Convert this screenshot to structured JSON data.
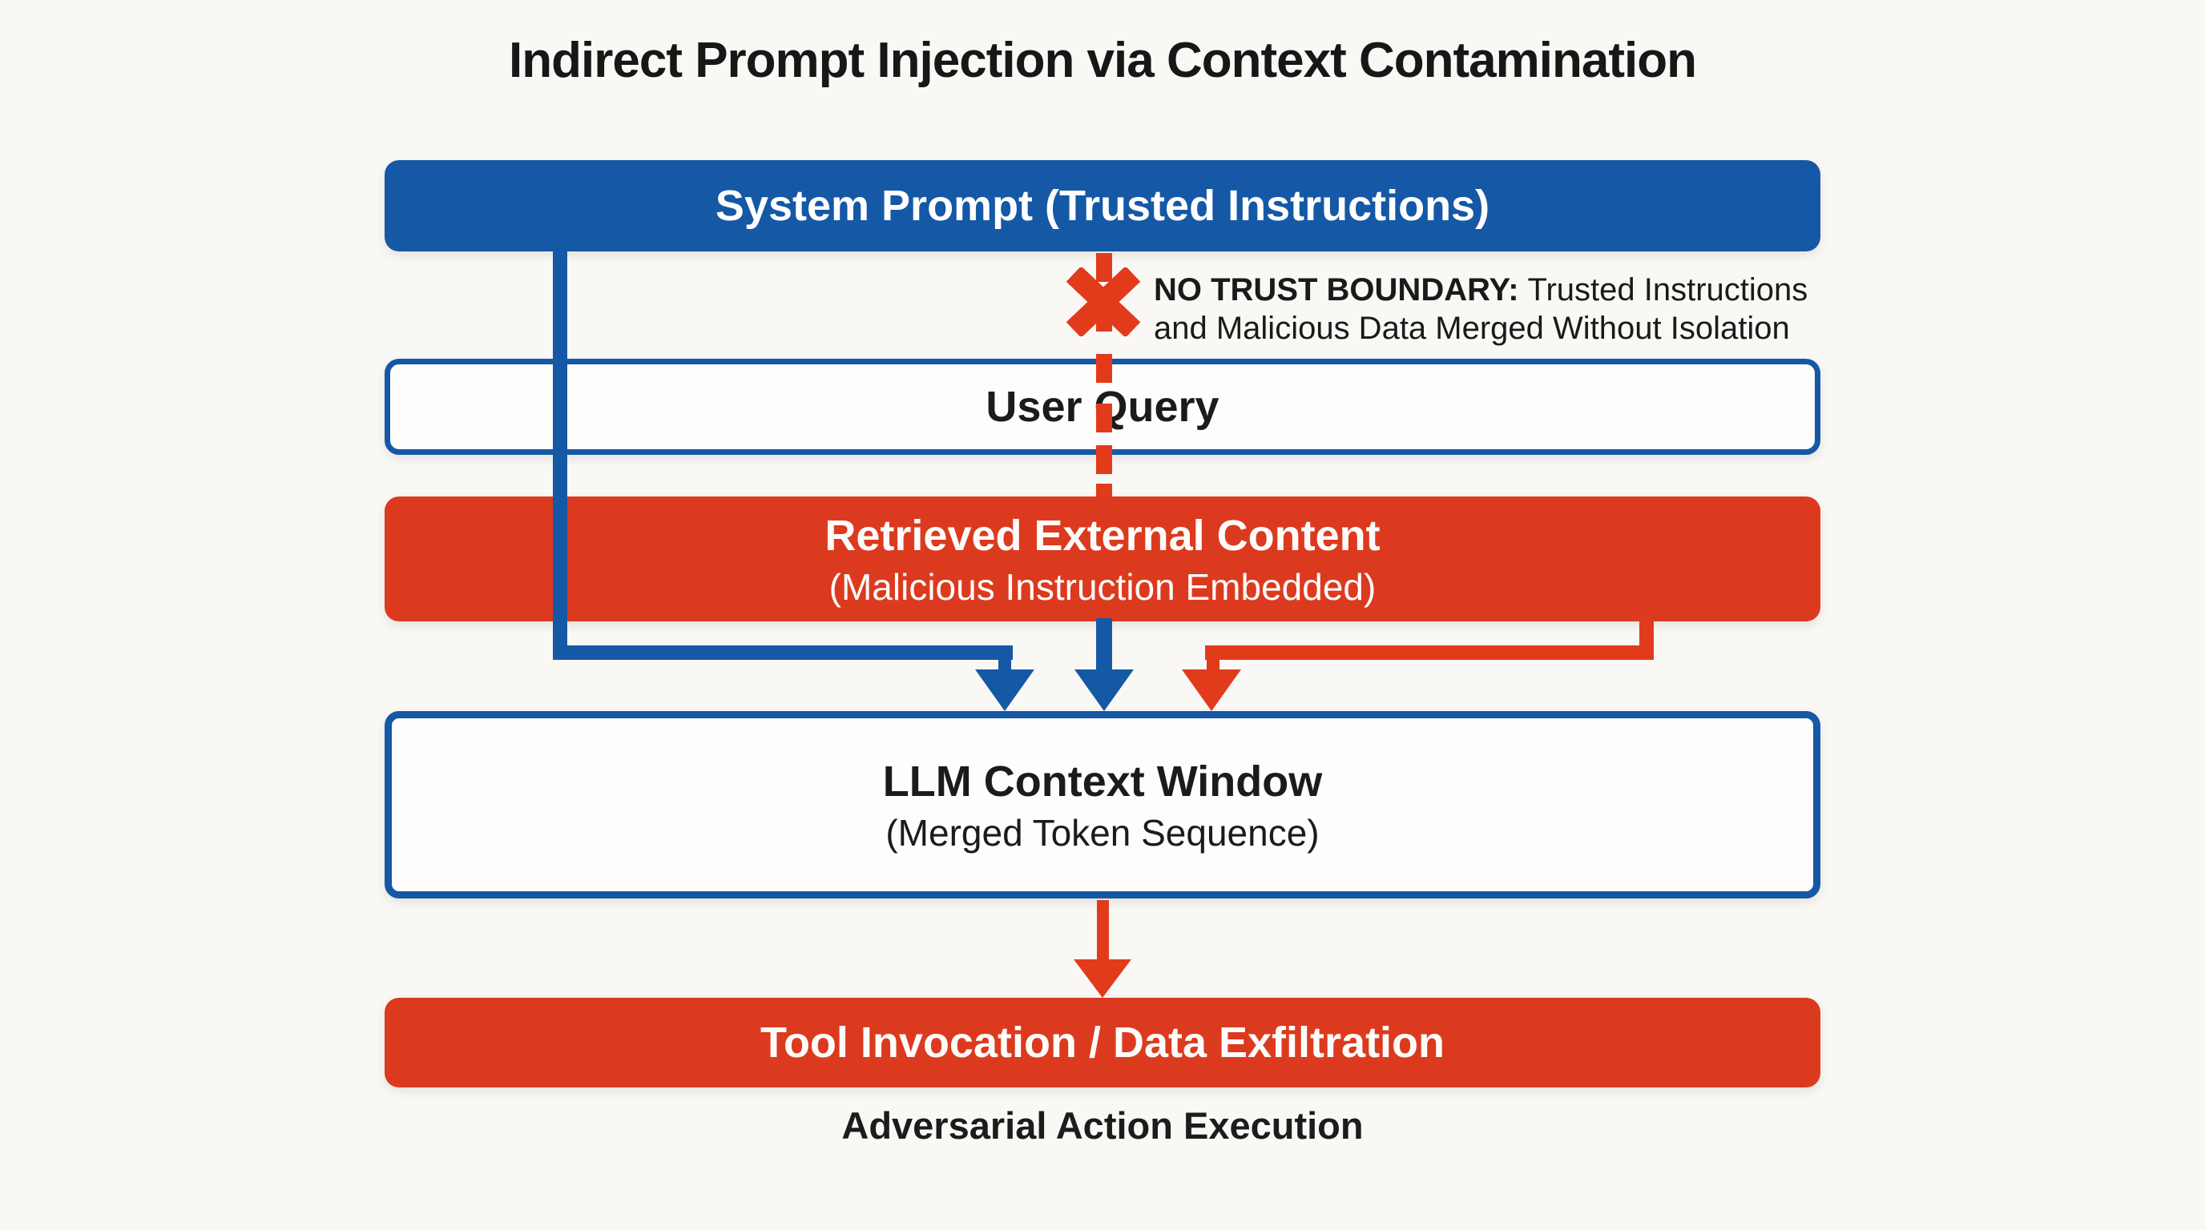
{
  "title": "Indirect Prompt Injection via Context Contamination",
  "colors": {
    "blue": "#1558a6",
    "red": "#dc3a1f",
    "line_red": "#e23b1c",
    "background": "#f9f8f5",
    "text_dark": "#171717"
  },
  "nodes": {
    "system_prompt": {
      "label": "System Prompt (Trusted Instructions)"
    },
    "user_query": {
      "label": "User Query"
    },
    "retrieved_content": {
      "title": "Retrieved External Content",
      "subtitle": "(Malicious Instruction Embedded)"
    },
    "llm_context": {
      "title": "LLM Context Window",
      "subtitle": "(Merged Token Sequence)"
    },
    "tool_invocation": {
      "label": "Tool Invocation / Data Exfiltration"
    }
  },
  "annotations": {
    "no_trust_label": "NO TRUST BOUNDARY:",
    "no_trust_text_line1": "Trusted Instructions",
    "no_trust_text_line2": "and Malicious Data Merged Without Isolation",
    "footer": "Adversarial Action Execution"
  }
}
